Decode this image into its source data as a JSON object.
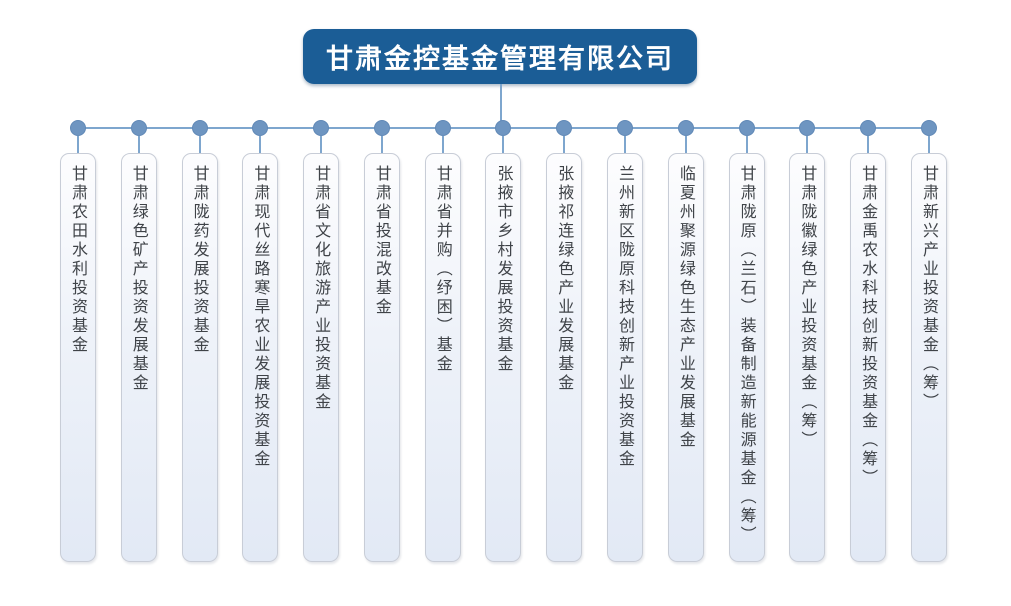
{
  "header": {
    "title": "甘肃金控基金管理有限公司"
  },
  "colors": {
    "header_bg": "#1b5d96",
    "header_text": "#ffffff",
    "connector_line": "#7ea6ce",
    "connector_dot": "#6e95c1",
    "box_border": "#c8cdd7",
    "box_fill_top": "#fdfdfe",
    "box_fill_bottom": "#e2e9f5",
    "fund_text": "#3f4348",
    "background": "#ffffff"
  },
  "funds": [
    {
      "name": "甘肃农田水利投资基金"
    },
    {
      "name": "甘肃绿色矿产投资发展基金"
    },
    {
      "name": "甘肃陇药发展投资基金"
    },
    {
      "name": "甘肃现代丝路寒旱农业发展投资基金"
    },
    {
      "name": "甘肃省文化旅游产业投资基金"
    },
    {
      "name": "甘肃省投混改基金"
    },
    {
      "name": "甘肃省并购（纾困）基金"
    },
    {
      "name": "张掖市乡村发展投资基金"
    },
    {
      "name": "张掖祁连绿色产业发展基金"
    },
    {
      "name": "兰州新区陇原科技创新产业投资基金"
    },
    {
      "name": "临夏州聚源绿色生态产业发展基金"
    },
    {
      "name": "甘肃陇原（兰石）装备制造新能源基金（筹）"
    },
    {
      "name": "甘肃陇徽绿色产业投资基金（筹）"
    },
    {
      "name": "甘肃金禹农水科技创新投资基金（筹）"
    },
    {
      "name": "甘肃新兴产业投资基金（筹）"
    }
  ]
}
